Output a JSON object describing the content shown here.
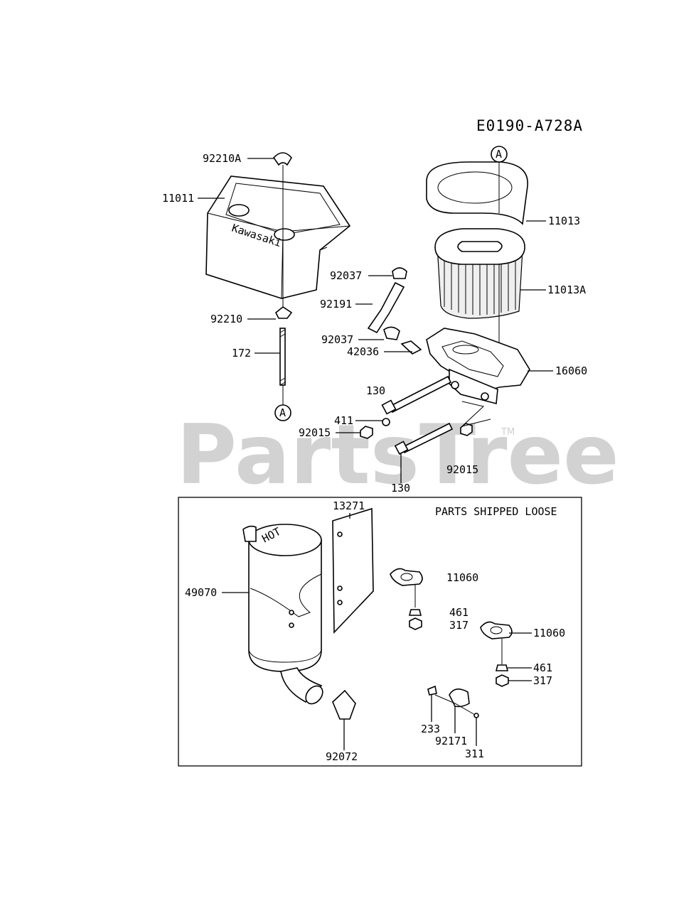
{
  "diagram_code": "E0190-A728A",
  "watermark": "PartsTree",
  "trademark": "TM",
  "box_title": "PARTS SHIPPED LOOSE",
  "reference_marker": "A",
  "brand_decal": "Kawasaki",
  "hot_decal": "HOT",
  "labels": {
    "p92210A": "92210A",
    "p11011": "11011",
    "p11013": "11013",
    "p92037a": "92037",
    "p11013A": "11013A",
    "p92191": "92191",
    "p92210": "92210",
    "p92037b": "92037",
    "p42036": "42036",
    "p16060": "16060",
    "p172": "172",
    "p130a": "130",
    "p411": "411",
    "p92015a": "92015",
    "p92015b": "92015",
    "p130b": "130",
    "p13271": "13271",
    "p49070": "49070",
    "p11060a": "11060",
    "p461a": "461",
    "p317a": "317",
    "p11060b": "11060",
    "p461b": "461",
    "p317b": "317",
    "p233": "233",
    "p92171": "92171",
    "p311": "311",
    "p92072": "92072"
  }
}
